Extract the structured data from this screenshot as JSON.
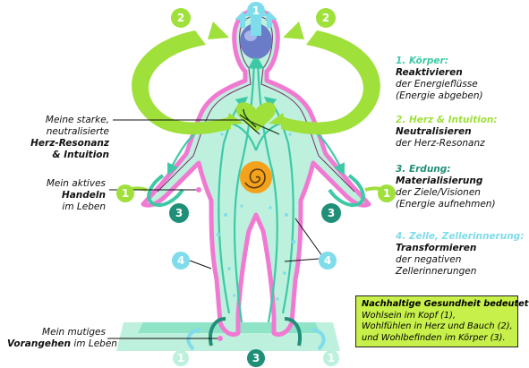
{
  "colors": {
    "green": "#9fe03a",
    "pink": "#f07ad2",
    "teal": "#3ec9a6",
    "cyan": "#7fdcea",
    "aqua": "#bdf1dd",
    "darkteal": "#1f8f78",
    "orange": "#f4a21c",
    "highlight": "#c7f04a"
  },
  "markers": {
    "top": "1",
    "top_left": "2",
    "top_right": "2",
    "left_1": "1",
    "left_3": "3",
    "right_1": "1",
    "right_3": "3",
    "left_4": "4",
    "right_4": "4",
    "bottom_left_1": "1",
    "bottom_3": "3",
    "bottom_right_1": "1"
  },
  "left_labels": {
    "heart": {
      "line1": "Meine starke,",
      "line2": "neutralisierte",
      "line3": "Herz-Resonanz",
      "line4": "& Intuition"
    },
    "action": {
      "line1": "Mein aktives",
      "line2": "Handeln",
      "line3": "im Leben"
    },
    "courage": {
      "line1": "Mein mutiges",
      "line2_bold": "Vorangehen",
      "line2_rest": " im Leben"
    }
  },
  "right_items": [
    {
      "title": "1. Körper:",
      "strong": "Reaktivieren",
      "lines": [
        "der Energieflüsse",
        "(Energie abgeben)"
      ]
    },
    {
      "title": "2. Herz & Intuition:",
      "strong": "Neutralisieren",
      "lines": [
        "der Herz-Resonanz"
      ]
    },
    {
      "title": "3. Erdung:",
      "strong": "Materialisierung",
      "lines": [
        "der Ziele/Visionen",
        "(Energie aufnehmen)"
      ]
    },
    {
      "title": "4. Zelle, Zellerinnerung:",
      "strong": "Transformieren",
      "lines": [
        "der negativen",
        "Zellerinnerungen"
      ]
    }
  ],
  "summary": {
    "heading": "Nachhaltige Gesundheit bedeutet:",
    "line1": "Wohlsein im Kopf (1),",
    "line2": "Wohlfühlen in Herz und Bauch (2),",
    "line3": "und Wohlbefinden im Körper (3)."
  }
}
